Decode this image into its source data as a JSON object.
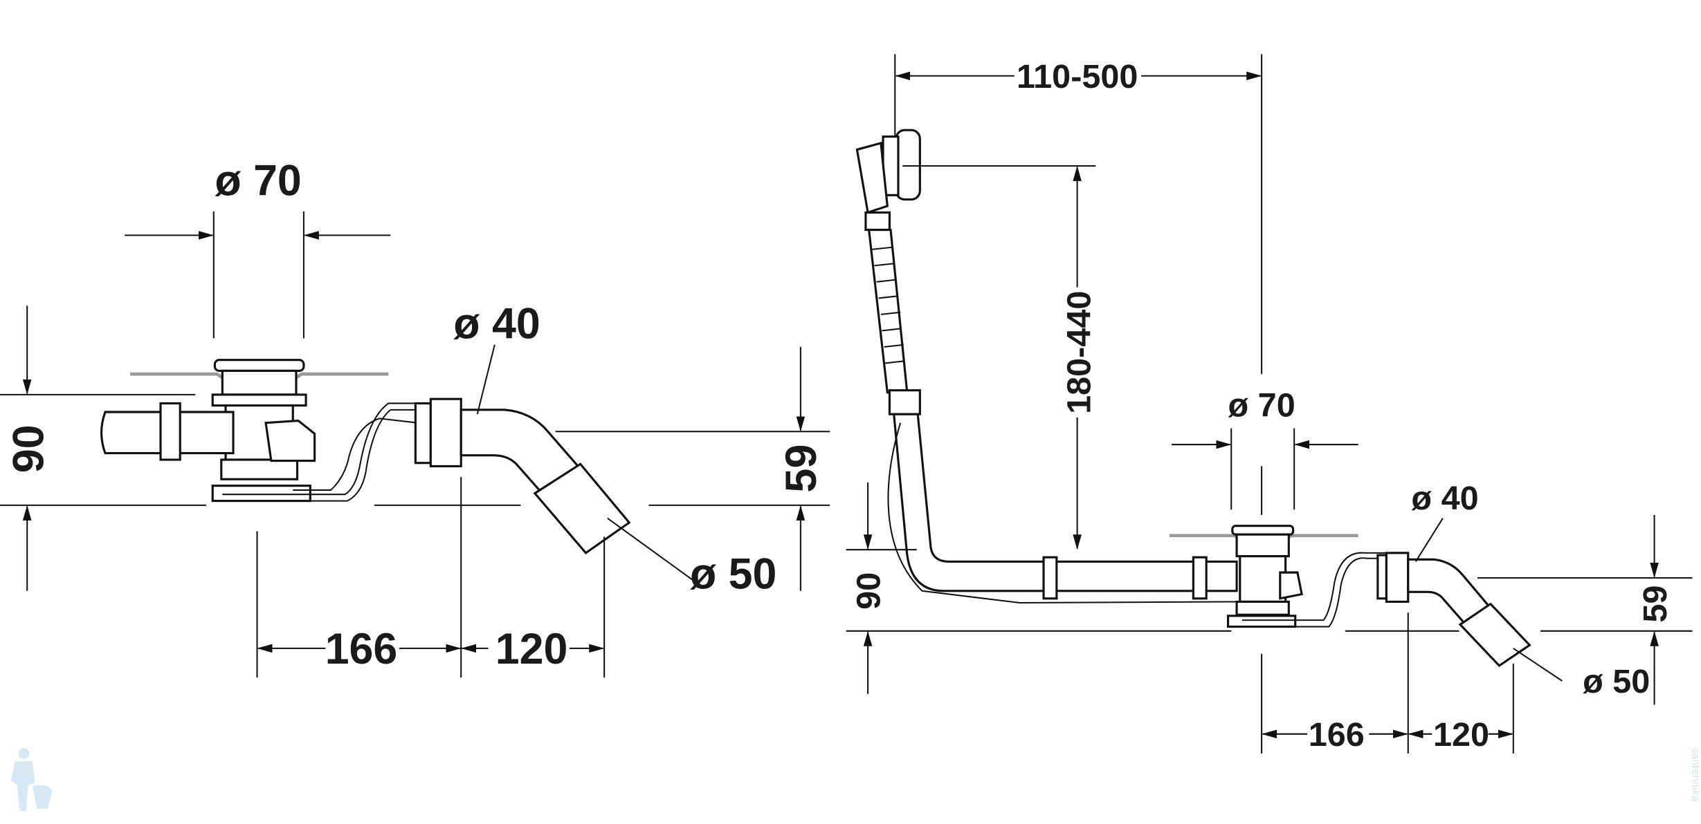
{
  "left_view": {
    "drain_diameter": "ø 70",
    "pipe_diameter": "ø 40",
    "outlet_diameter": "ø 50",
    "height_total": "90",
    "outlet_height": "59",
    "dim_drain_to_bend": "166",
    "dim_bend_to_outlet": "120"
  },
  "right_view": {
    "horizontal_range": "110-500",
    "vertical_range": "180-440",
    "drain_diameter": "ø 70",
    "pipe_diameter": "ø 40",
    "outlet_diameter": "ø 50",
    "height_total": "90",
    "outlet_height": "59",
    "dim_drain_to_bend": "166",
    "dim_bend_to_outlet": "120"
  },
  "watermark": {
    "logo": "plumber-mascot",
    "text": "santehnika"
  }
}
